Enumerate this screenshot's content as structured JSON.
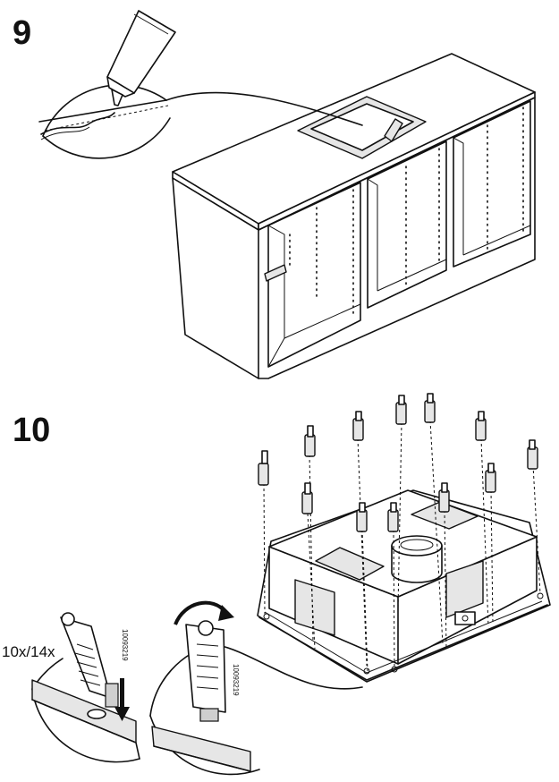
{
  "steps": [
    {
      "number": "9"
    },
    {
      "number": "10"
    }
  ],
  "quantity_label": "10x/14x",
  "part_code": "10093219"
}
